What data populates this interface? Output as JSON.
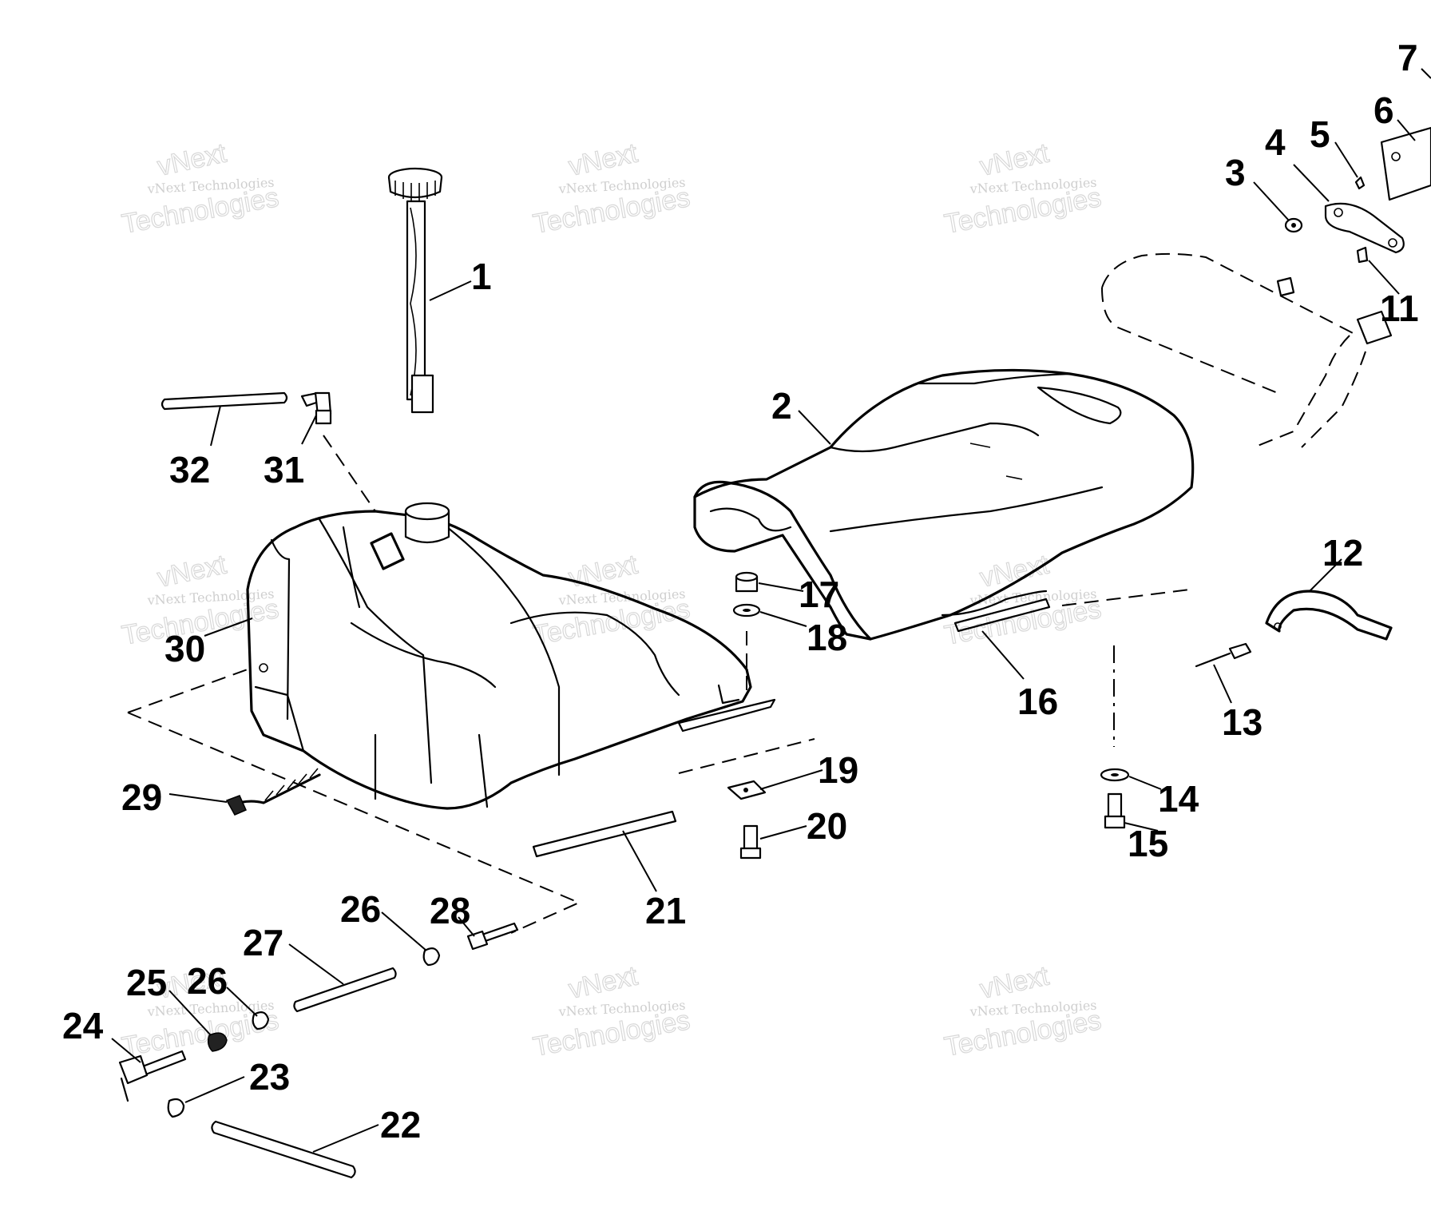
{
  "diagram": {
    "watermark": {
      "small_text": "vNext Technologies",
      "large_text": "Technologies",
      "top_text": "vNext"
    },
    "labels": [
      {
        "id": "1",
        "text": "1"
      },
      {
        "id": "2",
        "text": "2"
      },
      {
        "id": "3",
        "text": "3"
      },
      {
        "id": "4",
        "text": "4"
      },
      {
        "id": "5",
        "text": "5"
      },
      {
        "id": "6",
        "text": "6"
      },
      {
        "id": "7",
        "text": "7"
      },
      {
        "id": "11",
        "text": "11"
      },
      {
        "id": "12",
        "text": "12"
      },
      {
        "id": "13",
        "text": "13"
      },
      {
        "id": "14",
        "text": "14"
      },
      {
        "id": "15",
        "text": "15"
      },
      {
        "id": "16",
        "text": "16"
      },
      {
        "id": "17",
        "text": "17"
      },
      {
        "id": "18",
        "text": "18"
      },
      {
        "id": "19",
        "text": "19"
      },
      {
        "id": "20",
        "text": "20"
      },
      {
        "id": "21",
        "text": "21"
      },
      {
        "id": "22",
        "text": "22"
      },
      {
        "id": "23",
        "text": "23"
      },
      {
        "id": "24",
        "text": "24"
      },
      {
        "id": "25",
        "text": "25"
      },
      {
        "id": "26a",
        "text": "26"
      },
      {
        "id": "26b",
        "text": "26"
      },
      {
        "id": "27",
        "text": "27"
      },
      {
        "id": "28",
        "text": "28"
      },
      {
        "id": "29",
        "text": "29"
      },
      {
        "id": "30",
        "text": "30"
      },
      {
        "id": "31",
        "text": "31"
      },
      {
        "id": "32",
        "text": "32"
      }
    ]
  }
}
